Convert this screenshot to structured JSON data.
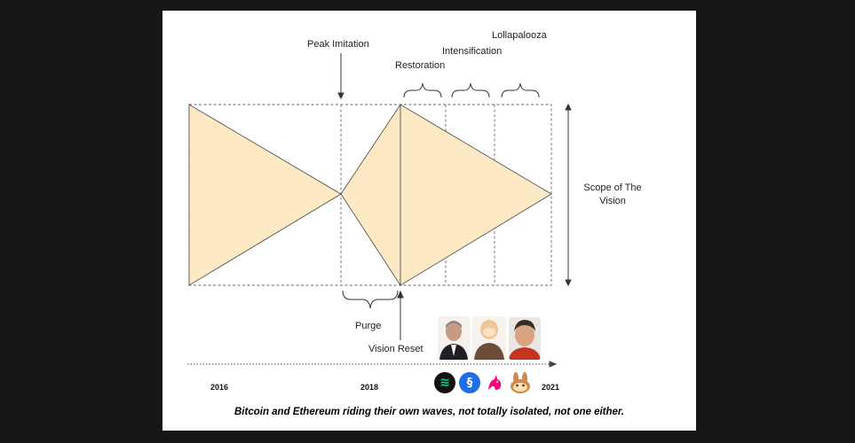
{
  "labels": {
    "peak_imitation": "Peak Imitation",
    "restoration": "Restoration",
    "intensification": "Intensification",
    "lollapalooza": "Lollapalooza",
    "scope_line1": "Scope of The",
    "scope_line2": "Vision",
    "purge": "Purge",
    "vision_reset": "Vision Reset"
  },
  "timeline": {
    "year_2016": "2016",
    "year_2018": "2018",
    "year_2021": "2021"
  },
  "caption": "Bitcoin and Ethereum riding their own waves, not totally isolated, not one either.",
  "colors": {
    "fill": "#fdeac5",
    "stroke": "#555555",
    "background": "#161616"
  },
  "logos": [
    {
      "icon": "compound-logo-icon",
      "color": "#111111",
      "glyph": "≋"
    },
    {
      "icon": "yearn-logo-icon",
      "color": "#1e6ee6",
      "glyph": "§"
    },
    {
      "icon": "uniswap-unicorn-icon",
      "color": "#ffffff",
      "glyph": "🦄"
    },
    {
      "icon": "pancakeswap-bunny-icon",
      "color": "#d1884f",
      "glyph": ""
    }
  ]
}
